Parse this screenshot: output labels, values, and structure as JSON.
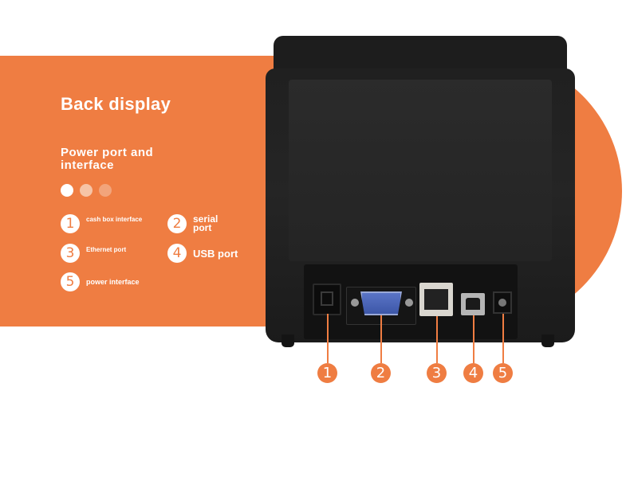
{
  "heading": {
    "title": "Back display",
    "subtitle": "Power port and interface"
  },
  "legend": [
    {
      "num": "1",
      "label": "cash box interface"
    },
    {
      "num": "2",
      "label": "serial port"
    },
    {
      "num": "3",
      "label": "Ethernet port"
    },
    {
      "num": "4",
      "label": "USB port"
    },
    {
      "num": "5",
      "label": "power interface"
    }
  ],
  "callouts": [
    "1",
    "2",
    "3",
    "4",
    "5"
  ],
  "colors": {
    "accent": "#ef7d42",
    "printer": "#1d1d1d",
    "serial_port": "#4a63b5",
    "text": "#ffffff"
  }
}
